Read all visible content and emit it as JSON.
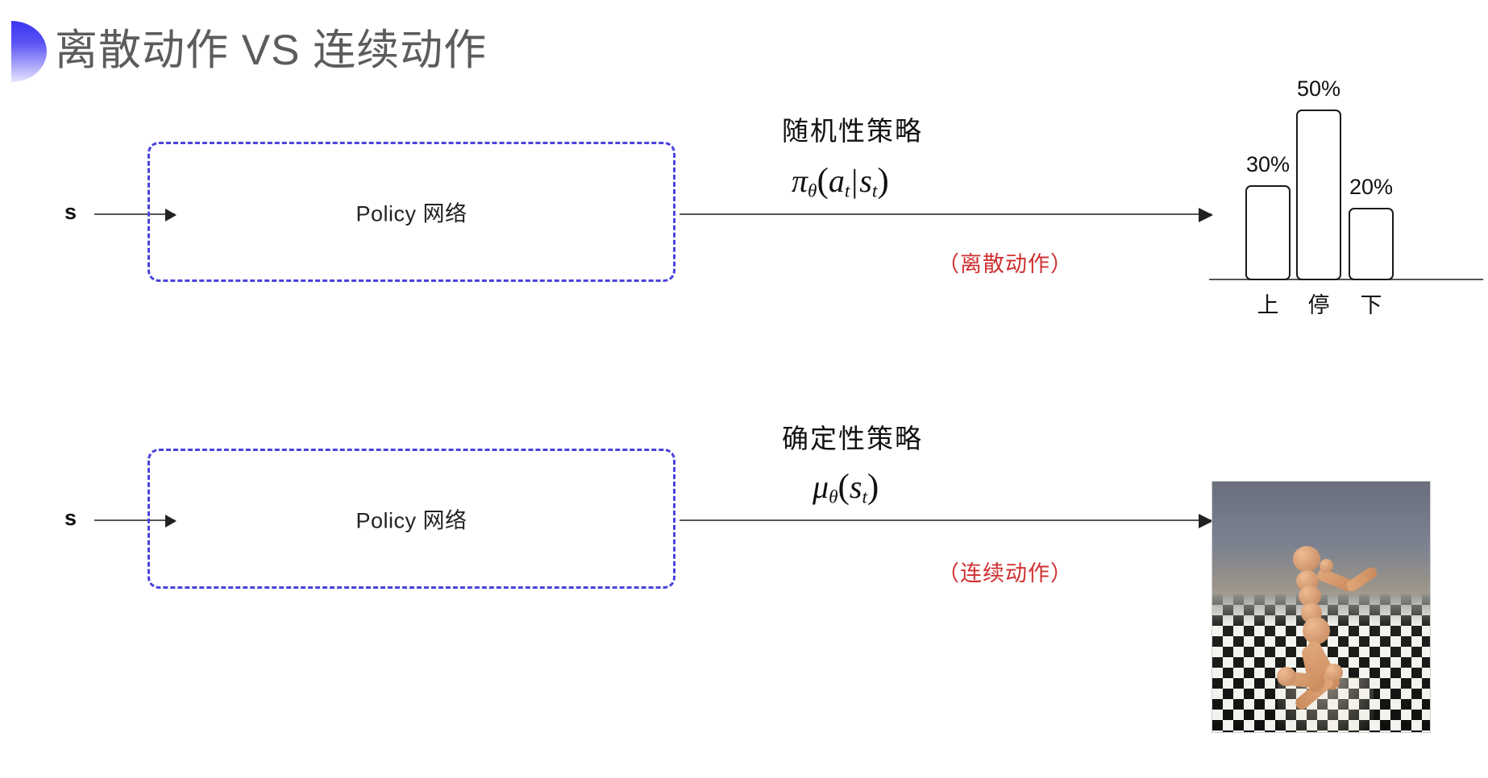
{
  "slide": {
    "title": "离散动作 VS 连续动作",
    "title_color": "#5c5c5c",
    "accent_color": "#4a42dd",
    "note_color": "#d03030"
  },
  "rows": [
    {
      "state_label": "s",
      "box_label": "Policy 网络",
      "policy_kind": "随机性策略",
      "formula": {
        "fn": "π",
        "sub": "θ",
        "open": "(",
        "arg1": "a",
        "arg1_sub": "t",
        "bar": "|",
        "arg2": "s",
        "arg2_sub": "t",
        "close": ")"
      },
      "action_note": "（离散动作）"
    },
    {
      "state_label": "s",
      "box_label": "Policy 网络",
      "policy_kind": "确定性策略",
      "formula": {
        "fn": "μ",
        "sub": "θ",
        "open": "(",
        "arg1": "s",
        "arg1_sub": "t",
        "bar": "",
        "arg2": "",
        "arg2_sub": "",
        "close": ")"
      },
      "action_note": "（连续动作）"
    }
  ],
  "chart_data": {
    "type": "bar",
    "categories": [
      "上",
      "停",
      "下"
    ],
    "values": [
      30,
      50,
      20
    ],
    "value_labels": [
      "30%",
      "50%",
      "20%"
    ],
    "title": "",
    "xlabel": "",
    "ylabel": "",
    "ylim": [
      0,
      60
    ],
    "grid": false,
    "legend": "none",
    "bar_fill": "#ffffff",
    "bar_stroke": "#1a1a1a"
  },
  "humanoid": {
    "caption": "",
    "alt": "MuJoCo humanoid kneeling on checkerboard floor"
  }
}
